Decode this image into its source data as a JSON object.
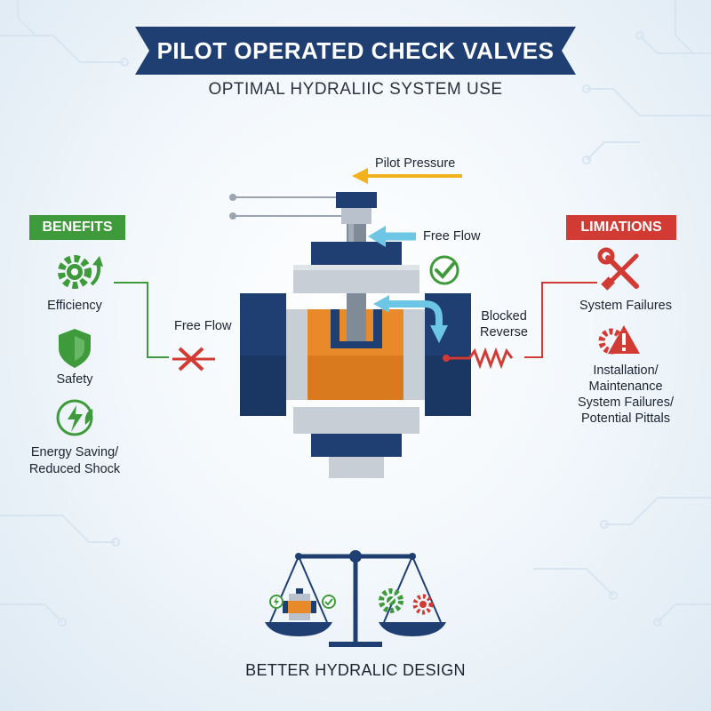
{
  "header": {
    "title": "PILOT OPERATED CHECK VALVES",
    "subtitle": "OPTIMAL HYDRALIIC SYSTEM USE"
  },
  "valve": {
    "pilot_pressure": "Pilot Pressure",
    "free_flow_top": "Free Flow",
    "free_flow_left": "Free Flow",
    "blocked_line1": "Blocked",
    "blocked_line2": "Reverse"
  },
  "benefits": {
    "tag": "BENEFITS",
    "items": [
      {
        "icon": "gear-arrows-icon",
        "label": "Efficiency"
      },
      {
        "icon": "shield-icon",
        "label": "Safety"
      },
      {
        "icon": "lightning-leaf-icon",
        "label_line1": "Energy Saving/",
        "label_line2": "Reduced Shock"
      }
    ]
  },
  "limitations": {
    "tag": "LIMIATIONS",
    "items": [
      {
        "icon": "wrench-screwdriver-icon",
        "label": "System Failures"
      },
      {
        "icon": "warning-gear-icon",
        "lines": [
          "Installation/",
          "Maintenance",
          "System Failures/",
          "Potential Pittals"
        ]
      }
    ]
  },
  "footer": {
    "caption": "BETTER HYDRALIC DESIGN"
  },
  "colors": {
    "navy": "#1f3f73",
    "orange": "#e88a2a",
    "green": "#3e9a3b",
    "red": "#d23b34",
    "light_blue": "#6ec6e6",
    "arrow_yellow": "#f2b21b",
    "steel": "#b9c2cc"
  }
}
